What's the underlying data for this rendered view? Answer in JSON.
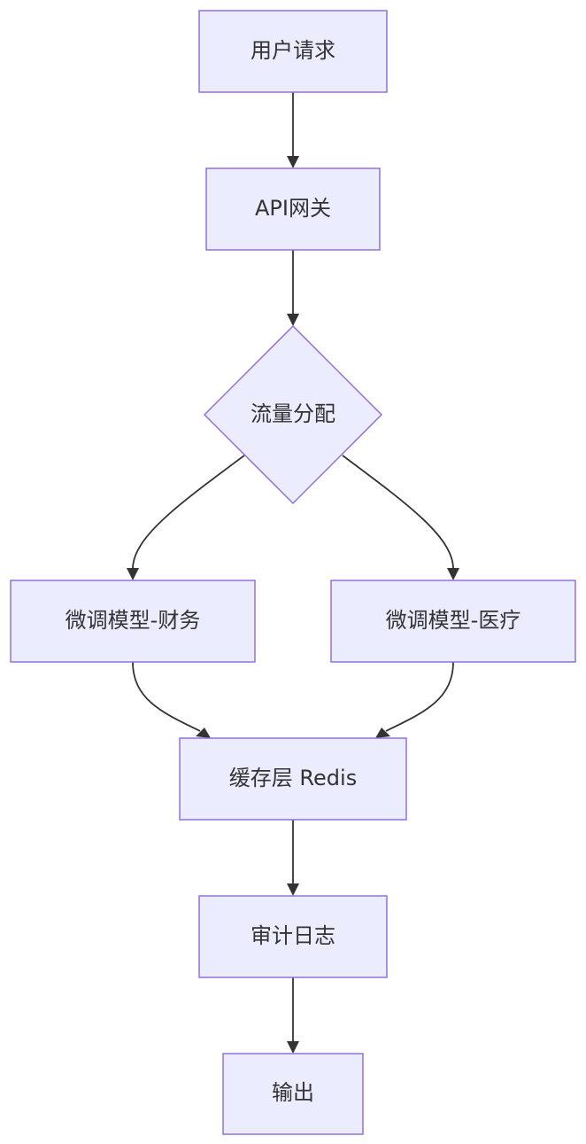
{
  "diagram": {
    "type": "flowchart",
    "direction": "top-down",
    "nodes": [
      {
        "id": "request",
        "label": "用户请求",
        "shape": "rect"
      },
      {
        "id": "gateway",
        "label": "API网关",
        "shape": "rect"
      },
      {
        "id": "traffic",
        "label": "流量分配",
        "shape": "diamond"
      },
      {
        "id": "model_finance",
        "label": "微调模型-财务",
        "shape": "rect"
      },
      {
        "id": "model_medical",
        "label": "微调模型-医疗",
        "shape": "rect"
      },
      {
        "id": "cache",
        "label": "缓存层 Redis",
        "shape": "rect"
      },
      {
        "id": "audit",
        "label": "审计日志",
        "shape": "rect"
      },
      {
        "id": "output",
        "label": "输出",
        "shape": "rect"
      }
    ],
    "edges": [
      {
        "from": "request",
        "to": "gateway"
      },
      {
        "from": "gateway",
        "to": "traffic"
      },
      {
        "from": "traffic",
        "to": "model_finance"
      },
      {
        "from": "traffic",
        "to": "model_medical"
      },
      {
        "from": "model_finance",
        "to": "cache"
      },
      {
        "from": "model_medical",
        "to": "cache"
      },
      {
        "from": "cache",
        "to": "audit"
      },
      {
        "from": "audit",
        "to": "output"
      }
    ],
    "colors": {
      "node_fill": "#ECECFF",
      "node_stroke": "#9370DB",
      "edge": "#333333",
      "text": "#333333"
    }
  }
}
